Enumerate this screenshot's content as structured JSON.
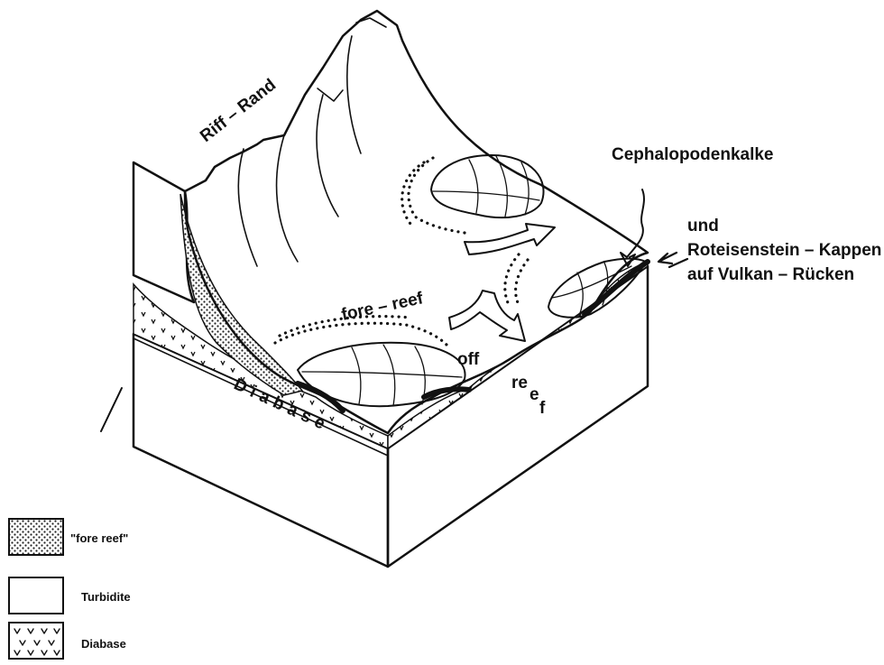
{
  "labels": {
    "riff_rand": "Riff – Rand",
    "cephalopodenkalke": "Cephalopodenkalke",
    "und": "und",
    "roteisenstein": "Roteisenstein – Kappen",
    "vulkan": "auf Vulkan – Rücken",
    "fore_reef": "fore – reef",
    "off_reef_1": "off",
    "off_reef_2": "re",
    "off_reef_3": "e",
    "off_reef_4": "f",
    "diabase": "Diabase"
  },
  "legend": {
    "items": [
      {
        "label": "\"fore reef\"",
        "pattern": "dots"
      },
      {
        "label": "Turbidite",
        "pattern": "blank"
      },
      {
        "label": "Diabase",
        "pattern": "v-marks"
      }
    ]
  },
  "colors": {
    "ink": "#111111",
    "paper": "#ffffff"
  }
}
